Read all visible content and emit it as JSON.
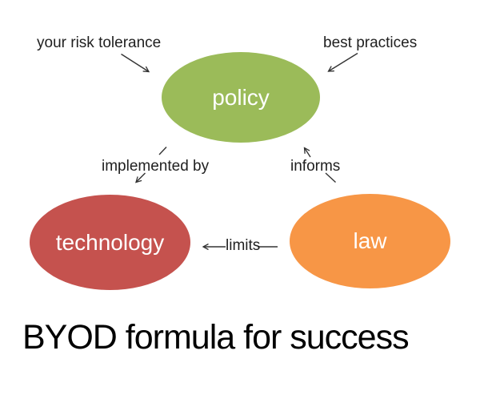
{
  "diagram": {
    "title": "BYOD formula for success",
    "nodes": {
      "policy": {
        "label": "policy",
        "fill": "#9bbb59",
        "text_color": "#ffffff"
      },
      "technology": {
        "label": "technology",
        "fill": "#c5524e",
        "text_color": "#ffffff"
      },
      "law": {
        "label": "law",
        "fill": "#f79646",
        "text_color": "#ffffff"
      }
    },
    "edges": [
      {
        "label": "your risk tolerance",
        "from": "your risk tolerance",
        "to": "policy"
      },
      {
        "label": "best practices",
        "from": "best practices",
        "to": "policy"
      },
      {
        "label": "implemented by",
        "from": "policy",
        "to": "technology"
      },
      {
        "label": "informs",
        "from": "law",
        "to": "policy"
      },
      {
        "label": "limits",
        "from": "law",
        "to": "technology"
      }
    ],
    "colors": {
      "background": "#ffffff",
      "arrow": "#333333",
      "annotation_text": "#1f1f1f",
      "title_text": "#000000"
    }
  }
}
